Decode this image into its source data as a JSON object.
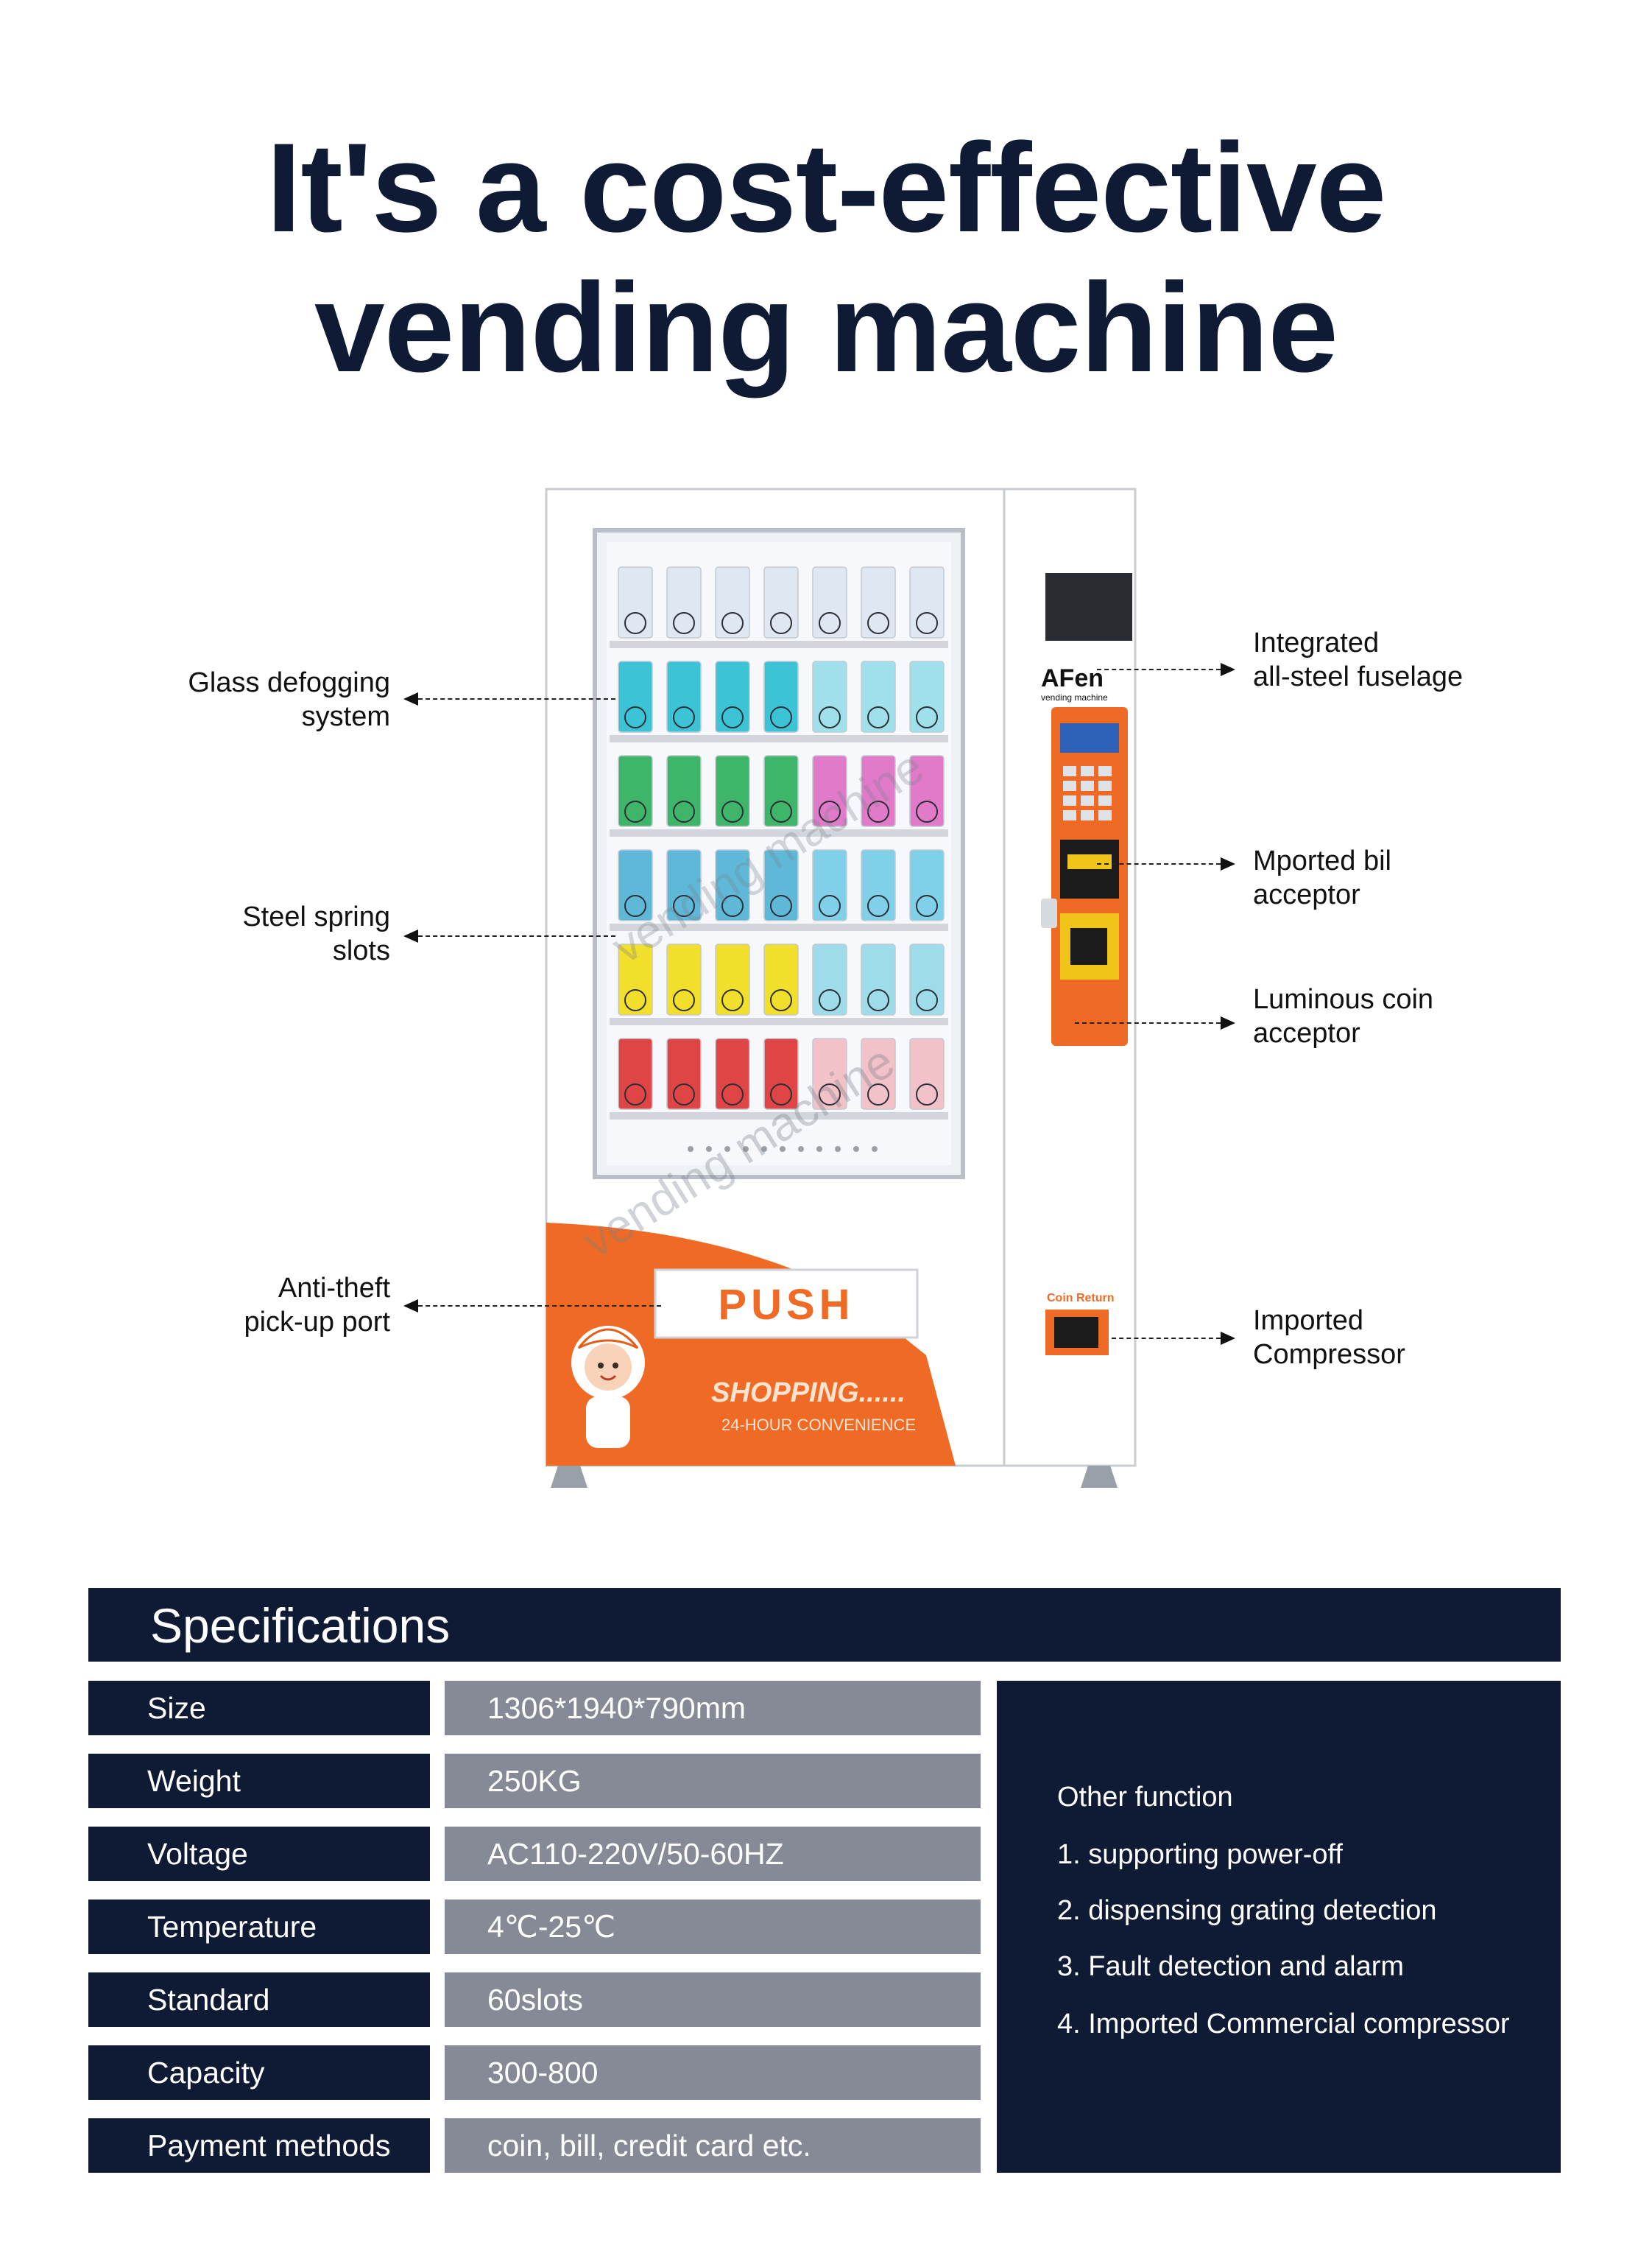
{
  "headline": {
    "line1": "It's a cost-effective",
    "line2": "vending machine"
  },
  "machine": {
    "brand": "AFen",
    "brand_sub": "vending machine",
    "push_label": "PUSH",
    "shopping": "SHOPPING......",
    "convenience": "24-HOUR CONVENIENCE",
    "coin_return": "Coin Return",
    "watermark": "vending machine",
    "colors": {
      "orange": "#ef6b25",
      "navy": "#0f1b35",
      "cabinet": "#ffffff"
    }
  },
  "callouts": {
    "left": [
      {
        "l1": "Glass defogging",
        "l2": "system"
      },
      {
        "l1": "Steel spring",
        "l2": "slots"
      },
      {
        "l1": "Anti-theft",
        "l2": "pick-up port"
      }
    ],
    "right": [
      {
        "l1": "Integrated",
        "l2": "all-steel fuselage"
      },
      {
        "l1": "Mported bil",
        "l2": "acceptor"
      },
      {
        "l1": "Luminous coin",
        "l2": "acceptor"
      },
      {
        "l1": "Imported",
        "l2": "Compressor"
      }
    ]
  },
  "specs": {
    "title": "Specifications",
    "rows": [
      {
        "label": "Size",
        "value": "1306*1940*790mm"
      },
      {
        "label": "Weight",
        "value": "250KG"
      },
      {
        "label": "Voltage",
        "value": "AC110-220V/50-60HZ"
      },
      {
        "label": "Temperature",
        "value": "4℃-25℃"
      },
      {
        "label": "Standard",
        "value": "60slots"
      },
      {
        "label": "Capacity",
        "value": "300-800"
      },
      {
        "label": "Payment methods",
        "value": "coin, bill, credit card etc."
      }
    ],
    "other": {
      "title": "Other function",
      "items": [
        "1. supporting power-off",
        "2. dispensing grating detection",
        "3. Fault detection and alarm",
        "4. Imported Commercial compressor"
      ]
    }
  }
}
